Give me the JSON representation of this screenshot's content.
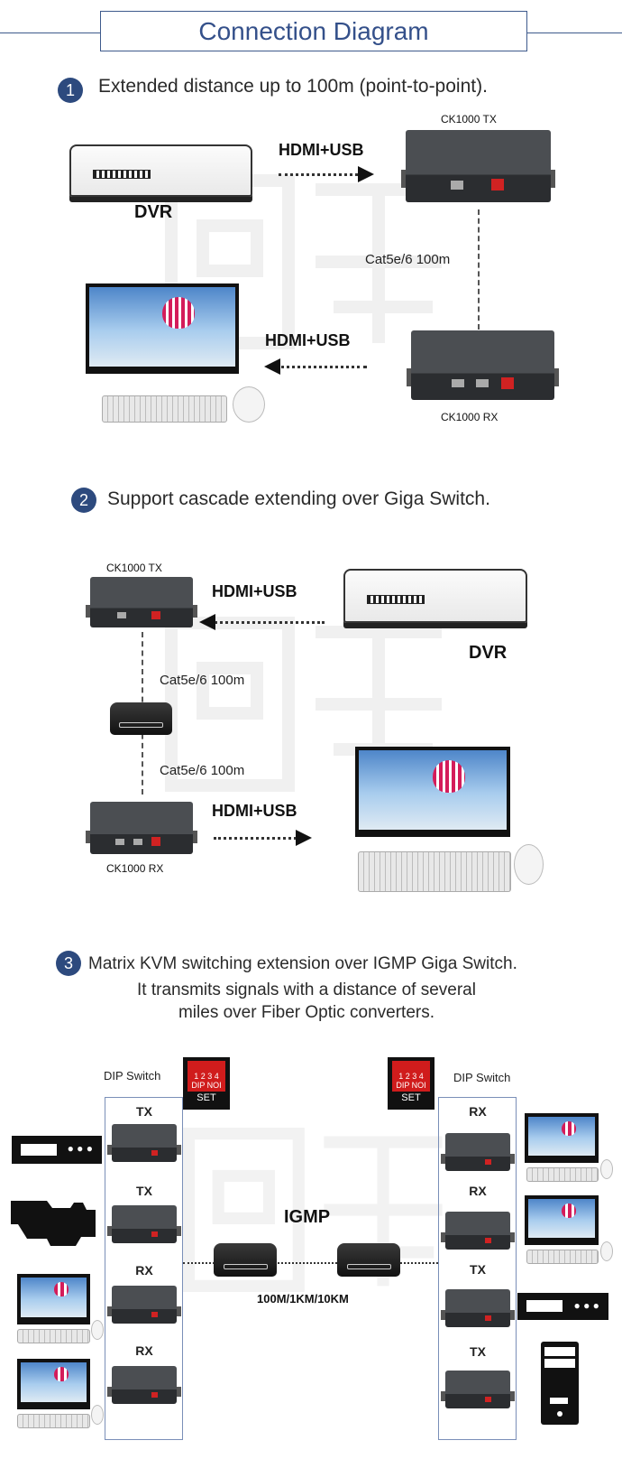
{
  "title": "Connection Diagram",
  "watermark": "國璉",
  "section1": {
    "number": "1",
    "heading": "Extended distance up to 100m (point-to-point).",
    "dvr_label": "DVR",
    "link_top": "HDMI+USB",
    "link_bottom": "HDMI+USB",
    "tx_label": "CK1000 TX",
    "rx_label": "CK1000 RX",
    "cable": "Cat5e/6 100m"
  },
  "section2": {
    "number": "2",
    "heading": "Support cascade extending over Giga Switch.",
    "tx_label": "CK1000 TX",
    "rx_label": "CK1000 RX",
    "dvr_label": "DVR",
    "link_top": "HDMI+USB",
    "link_bottom": "HDMI+USB",
    "cable_top": "Cat5e/6 100m",
    "cable_bottom": "Cat5e/6 100m"
  },
  "section3": {
    "number": "3",
    "heading": "Matrix KVM switching extension over IGMP Giga Switch.",
    "line2": "It transmits signals with a distance of several",
    "line3": "miles over Fiber Optic converters.",
    "dip_label": "DIP Switch",
    "dip_numbers": "1 2 3 4",
    "dip_text": "DIP NOI",
    "dip_set": "SET",
    "igmp": "IGMP",
    "distance": "100M/1KM/10KM",
    "left_units": [
      "TX",
      "TX",
      "RX",
      "RX"
    ],
    "right_units": [
      "RX",
      "RX",
      "TX",
      "TX"
    ]
  }
}
